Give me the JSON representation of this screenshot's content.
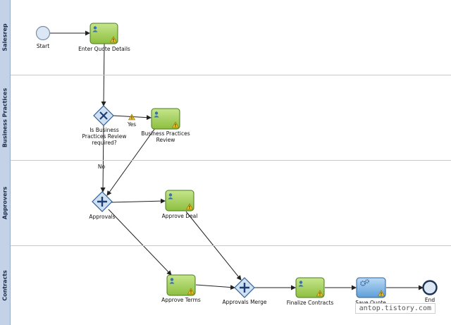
{
  "lanes": [
    {
      "name": "Salesrep"
    },
    {
      "name": "Business Practices"
    },
    {
      "name": "Approvers"
    },
    {
      "name": "Contracts"
    }
  ],
  "nodes": {
    "start": {
      "label": "Start"
    },
    "enter_quote": {
      "label": "Enter Quote Details"
    },
    "review_gateway": {
      "label": "Is Business Practices Review required?"
    },
    "bp_review": {
      "label": "Business Practices Review"
    },
    "approvals": {
      "label": "Approvals"
    },
    "approve_deal": {
      "label": "Approve Deal"
    },
    "approve_terms": {
      "label": "Approve Terms"
    },
    "approvals_merge": {
      "label": "Approvals Merge"
    },
    "finalize_contracts": {
      "label": "Finalize Contracts"
    },
    "save_quote": {
      "label": "Save Quote"
    },
    "end": {
      "label": "End"
    }
  },
  "flow_labels": {
    "yes": "Yes",
    "no": "No"
  },
  "watermark": "antop.tistory.com",
  "colors": {
    "lane_header": "#c3d2e6",
    "human_task": "#a8d05a",
    "service_task": "#8fbde8",
    "gateway": "#cfe0f2",
    "event": "#dbe7f5"
  }
}
